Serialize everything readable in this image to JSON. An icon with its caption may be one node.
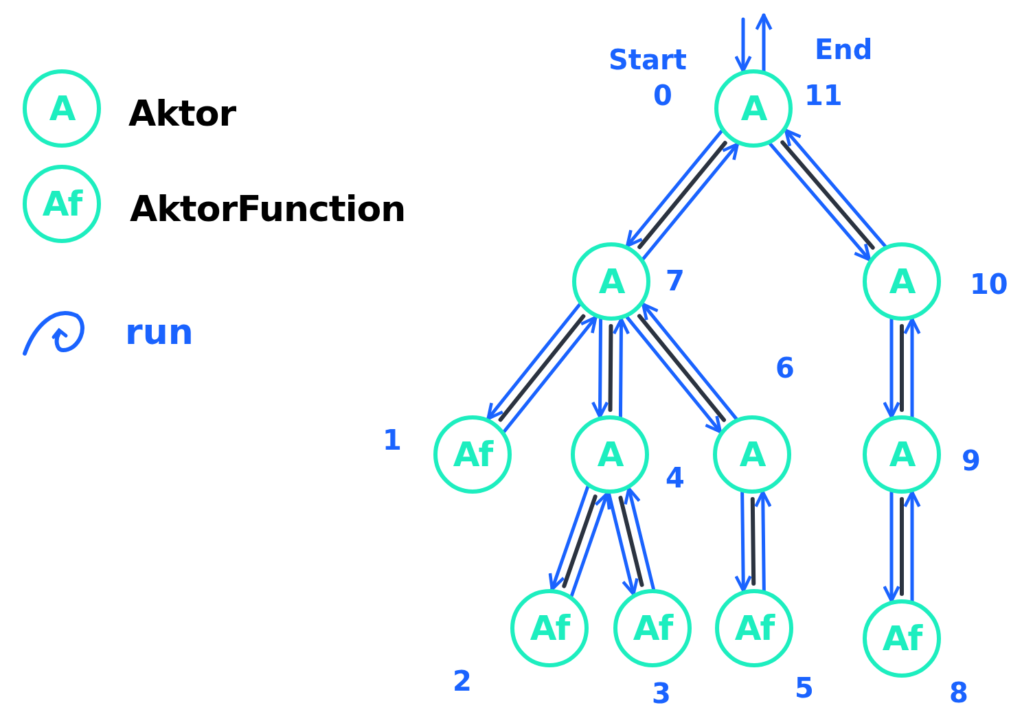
{
  "diagram": {
    "nodes": [
      {
        "text": [
          "A"
        ],
        "beside": [
          "Aktor"
        ]
      },
      {
        "text": [
          "Af"
        ],
        "beside": [
          "AktorFunction"
        ]
      },
      {
        "text": [
          "A"
        ],
        "beside": [
          "Start",
          "0",
          "End",
          "11"
        ]
      },
      {
        "text": [
          "A"
        ],
        "beside": [
          "7"
        ]
      },
      {
        "text": [
          "A"
        ],
        "beside": [
          "10"
        ]
      },
      {
        "text": [
          "Af"
        ],
        "beside": [
          "1"
        ]
      },
      {
        "text": [
          "A"
        ],
        "beside": [
          "4"
        ]
      },
      {
        "text": [
          "A"
        ],
        "beside": [
          "6"
        ]
      },
      {
        "text": [
          "A"
        ],
        "beside": [
          "9"
        ]
      },
      {
        "text": [
          "Af"
        ],
        "beside": [
          "2"
        ]
      },
      {
        "text": [
          "Af"
        ],
        "beside": [
          "3"
        ]
      },
      {
        "text": [
          "Af"
        ],
        "beside": [
          "5"
        ]
      },
      {
        "text": [
          "Af"
        ],
        "beside": [
          "8"
        ]
      }
    ],
    "edges": [
      {
        "from": 2,
        "to": 3,
        "arrow": "none",
        "color": "#2b3340"
      },
      {
        "from": 2,
        "to": 4,
        "arrow": "none",
        "color": "#2b3340"
      },
      {
        "from": 3,
        "to": 5,
        "arrow": "none",
        "color": "#2b3340"
      },
      {
        "from": 3,
        "to": 6,
        "arrow": "none",
        "color": "#2b3340"
      },
      {
        "from": 3,
        "to": 7,
        "arrow": "none",
        "color": "#2b3340"
      },
      {
        "from": 4,
        "to": 8,
        "arrow": "none",
        "color": "#2b3340"
      },
      {
        "from": 6,
        "to": 9,
        "arrow": "none",
        "color": "#2b3340"
      },
      {
        "from": 6,
        "to": 10,
        "arrow": "none",
        "color": "#2b3340"
      },
      {
        "from": 7,
        "to": 11,
        "arrow": "none",
        "color": "#2b3340"
      },
      {
        "from": 8,
        "to": 12,
        "arrow": "none",
        "color": "#2b3340"
      },
      {
        "from": null,
        "to": 2,
        "arrow": "to"
      },
      {
        "from": 2,
        "to": 3,
        "arrow": "to"
      },
      {
        "from": 3,
        "to": 5,
        "arrow": "to"
      },
      {
        "from": 5,
        "to": 3,
        "arrow": "to"
      },
      {
        "from": 3,
        "to": 6,
        "arrow": "to"
      },
      {
        "from": 6,
        "to": 9,
        "arrow": "to"
      },
      {
        "from": 9,
        "to": 6,
        "arrow": "to"
      },
      {
        "from": 6,
        "to": 10,
        "arrow": "to"
      },
      {
        "from": 10,
        "to": 6,
        "arrow": "to"
      },
      {
        "from": 6,
        "to": 3,
        "arrow": "to"
      },
      {
        "from": 3,
        "to": 7,
        "arrow": "to"
      },
      {
        "from": 7,
        "to": 11,
        "arrow": "to"
      },
      {
        "from": 11,
        "to": 7,
        "arrow": "to"
      },
      {
        "from": 7,
        "to": 3,
        "arrow": "to"
      },
      {
        "from": 3,
        "to": 2,
        "arrow": "to"
      },
      {
        "from": 2,
        "to": 4,
        "arrow": "to"
      },
      {
        "from": 4,
        "to": 8,
        "arrow": "to"
      },
      {
        "from": 8,
        "to": 12,
        "arrow": "to"
      },
      {
        "from": 12,
        "to": 8,
        "arrow": "to"
      },
      {
        "from": 8,
        "to": 4,
        "arrow": "to"
      },
      {
        "from": 4,
        "to": 2,
        "arrow": "to"
      },
      {
        "from": 2,
        "to": null,
        "arrow": "to"
      }
    ],
    "legend": [
      {
        "text": "run"
      }
    ]
  }
}
